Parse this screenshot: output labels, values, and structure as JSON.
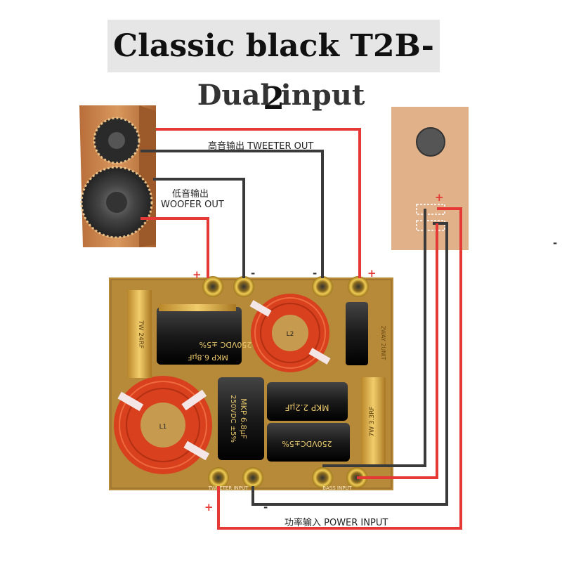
{
  "title": "Classic black T2B-2",
  "subtitle": "Dual input",
  "labels": {
    "tweeter_out": "高音输出 TWEETER OUT",
    "woofer_out_cn": "低音输出",
    "woofer_out_en": "WOOFER OUT",
    "power_input": "功率输入 POWER INPUT"
  },
  "polarity": {
    "plus": "+",
    "minus": "-"
  },
  "board": {
    "cap_mkp_6_8_a": "MKP 6.8μF",
    "cap_mkp_6_8_a_rating": "250VDC ±5%",
    "cap_mkp_6_8_b": "MKP 6.8μF",
    "cap_mkp_6_8_b_rating": "250VDC ±5%",
    "cap_mkp_2_2_a": "MKP 2.2μF",
    "cap_mkp_2_2_b_rating": "250VDC±5%",
    "res_7w_24rf": "7W 24RF",
    "res_7w_3_3rf": "7W 3.3RF",
    "coil_l1": "L1",
    "coil_l2": "L2",
    "twin_label": "2WAY 2UNIT",
    "tweeter_input": "TWEETER INPUT",
    "bass_input": "BASS INPUT"
  },
  "colors": {
    "wire_red": "#e53935",
    "wire_dark": "#3a3a3a",
    "board": "#b78a3a",
    "copper": "#d8401e",
    "wood": "#c98a55"
  }
}
